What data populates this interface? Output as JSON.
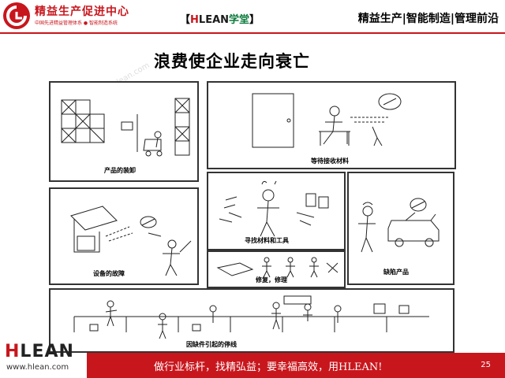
{
  "header": {
    "logo_main": "精益生产促进中心",
    "logo_sub": "中国先进精益管理体系 ● 智能制造系统",
    "tag_open": "【",
    "tag_h": "H",
    "tag_lean": "LEAN",
    "tag_xt": "学堂",
    "tag_close": "】",
    "slogan": "精益生产|智能制造|管理前沿"
  },
  "title": "浪费使企业走向衰亡",
  "watermark": "hlean.com",
  "panels": [
    {
      "caption": "产品的装卸"
    },
    {
      "caption": "等待接收材料"
    },
    {
      "caption": "寻找材料和工具"
    },
    {
      "caption": "设备的故障"
    },
    {
      "caption": "缺陷产品"
    },
    {
      "caption": "修复，修理"
    },
    {
      "caption": "因缺件引起的停线"
    }
  ],
  "footer": {
    "brand_h": "H",
    "brand_rest": "LEAN",
    "site": "www.hlean.com",
    "slogan": "做行业标杆，找精弘益；要幸福高效，用HLEAN!",
    "page": "25"
  },
  "colors": {
    "brand_red": "#c8161d",
    "accent_green": "#0b7a3b"
  }
}
